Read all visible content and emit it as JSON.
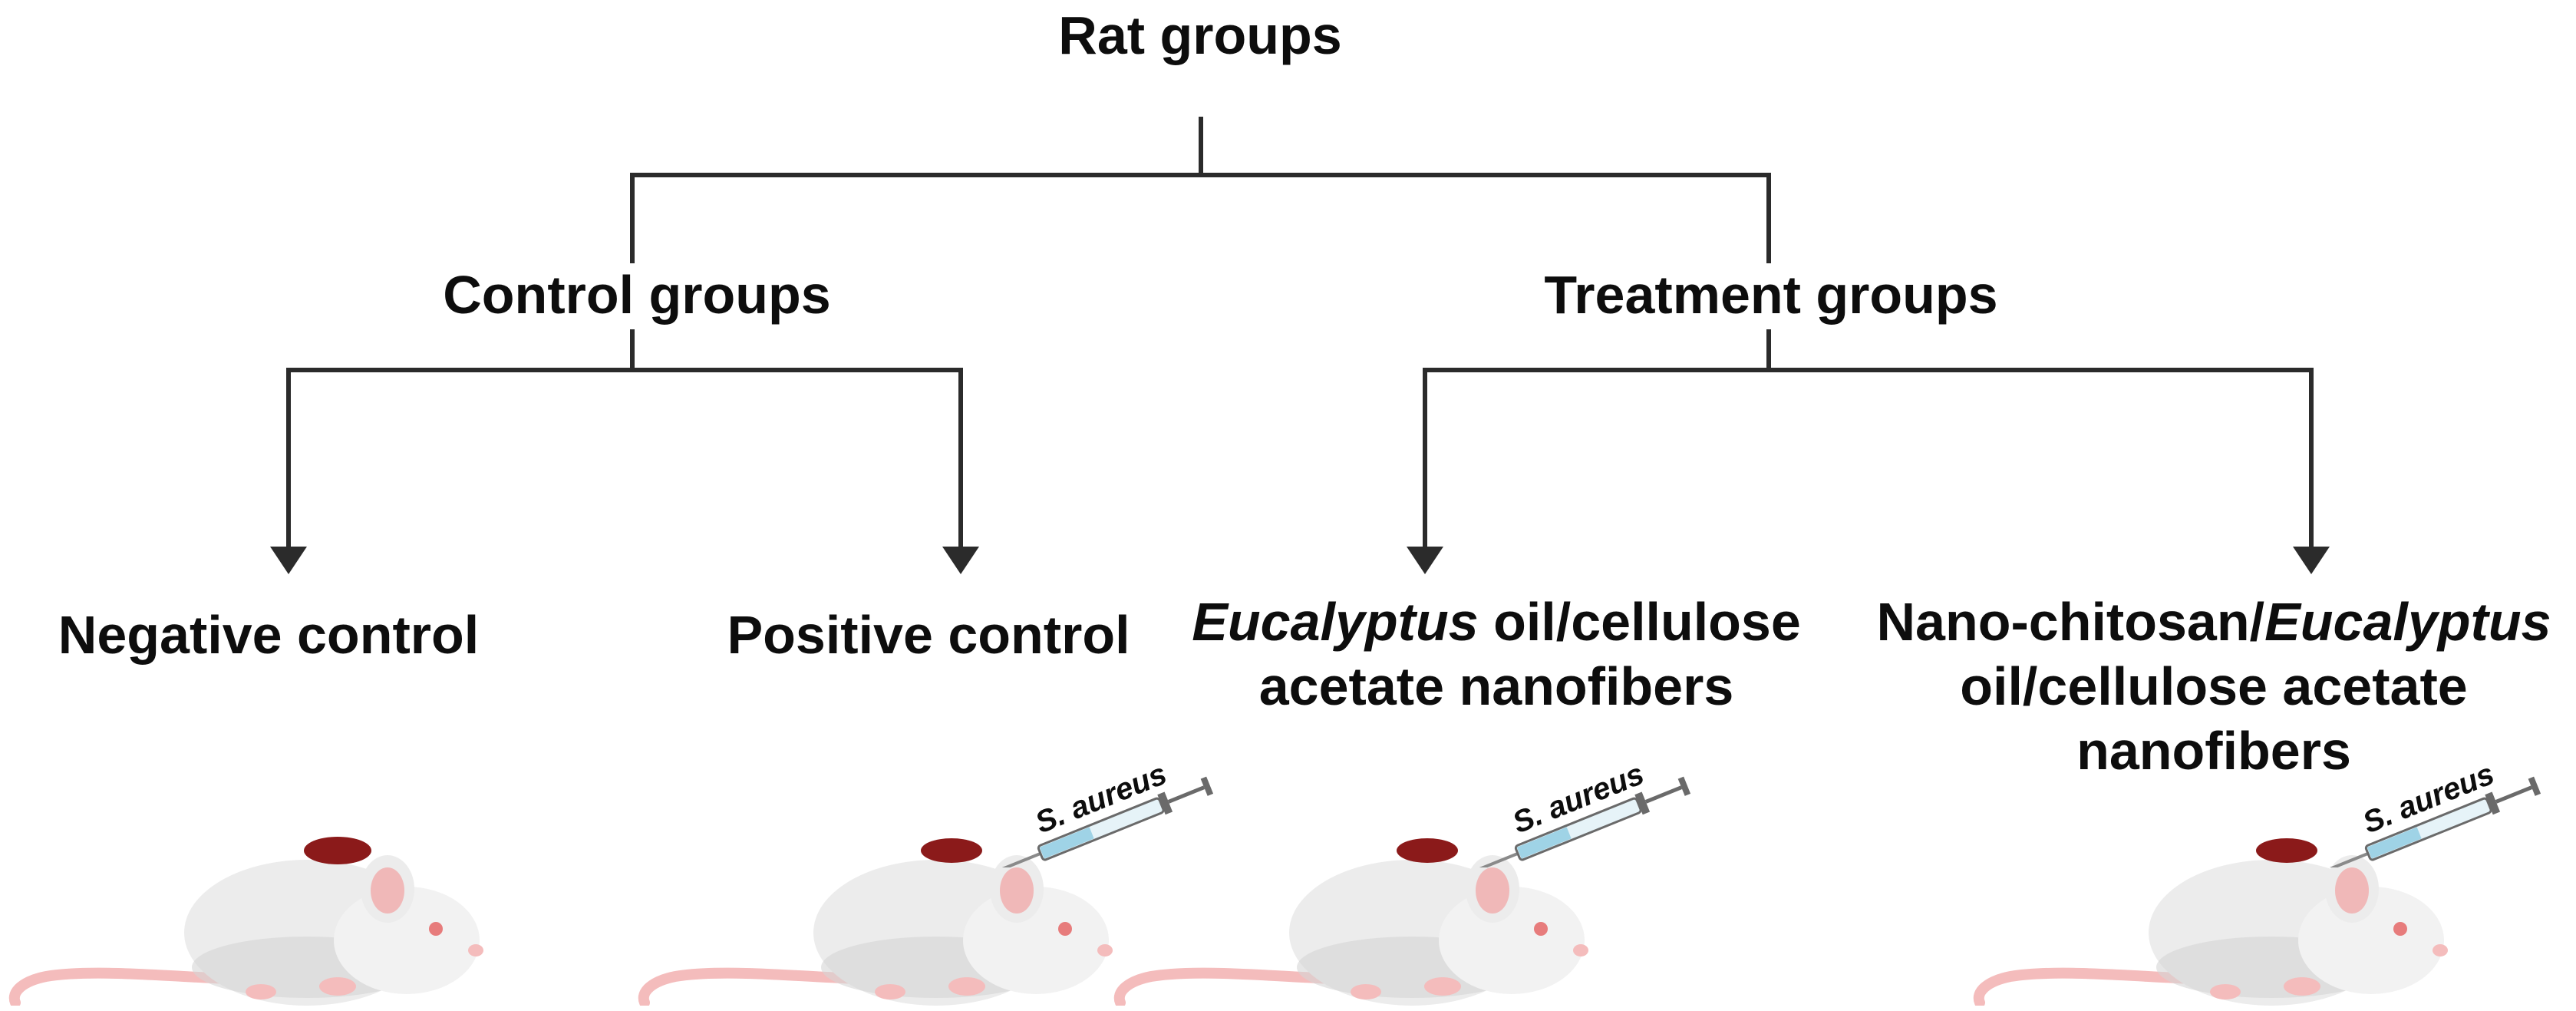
{
  "title": "Rat groups",
  "branches": {
    "control": "Control groups",
    "treatment": "Treatment groups"
  },
  "groups": {
    "negative": "Negative control",
    "positive": "Positive control",
    "eucalyptus": {
      "italic": "Eucalyptus",
      "rest_line1": " oil/cellulose",
      "line2": "acetate nanofibers"
    },
    "nano": {
      "line1_prefix": "Nano-chitosan/",
      "line1_italic": "Eucalyptus",
      "line2": "oil/cellulose acetate",
      "line3": "nanofibers"
    }
  },
  "injection_label": "S. aureus",
  "colors": {
    "line": "#2b2b2b",
    "wound": "#8b1a1a",
    "rat_body": "#ececec",
    "rat_shadow": "#d6d6d6",
    "rat_ear": "#f0b8b8",
    "tail": "#f4bcbc"
  },
  "icons": [
    "rat-icon",
    "syringe-icon",
    "wound-icon",
    "arrow-down-icon"
  ]
}
